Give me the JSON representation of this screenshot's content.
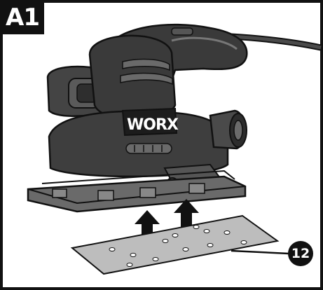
{
  "figure": {
    "tag": "A1",
    "brand": "WORX",
    "callout": "12"
  },
  "colors": {
    "outline": "#111111",
    "body_dark": "#3a3a3a",
    "body_mid": "#5a5a5a",
    "body_light": "#8a8a8a",
    "paper": "#bdbdbd",
    "background": "#ffffff"
  }
}
